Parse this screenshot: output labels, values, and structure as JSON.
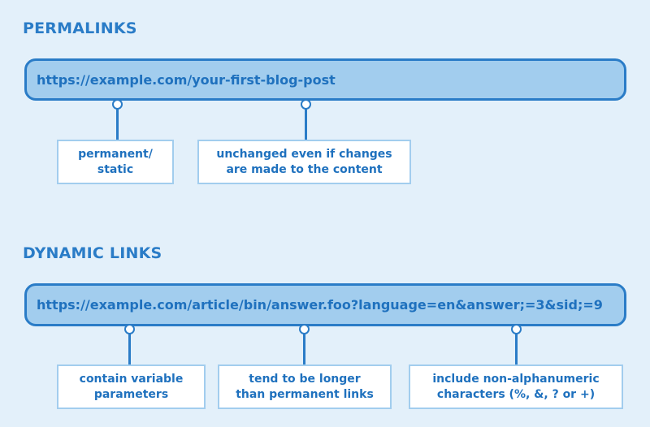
{
  "permalinks": {
    "title": "PERMALINKS",
    "url": "https://example.com/your-first-blog-post",
    "notes": [
      "permanent/\nstatic",
      "unchanged even if changes\nare made to the content"
    ]
  },
  "dynamic_links": {
    "title": "DYNAMIC LINKS",
    "url": "https://example.com/article/bin/answer.foo?language=en&answer;=3&sid;=9",
    "notes": [
      "contain variable\nparameters",
      "tend to be longer\nthan permanent links",
      "include non-alphanumeric\ncharacters (%, &, ? or +)"
    ]
  },
  "colors": {
    "background": "#e3f0fa",
    "accent": "#2a7cc7",
    "bar_fill": "#a2cdee",
    "box_border": "#a2cdee"
  }
}
